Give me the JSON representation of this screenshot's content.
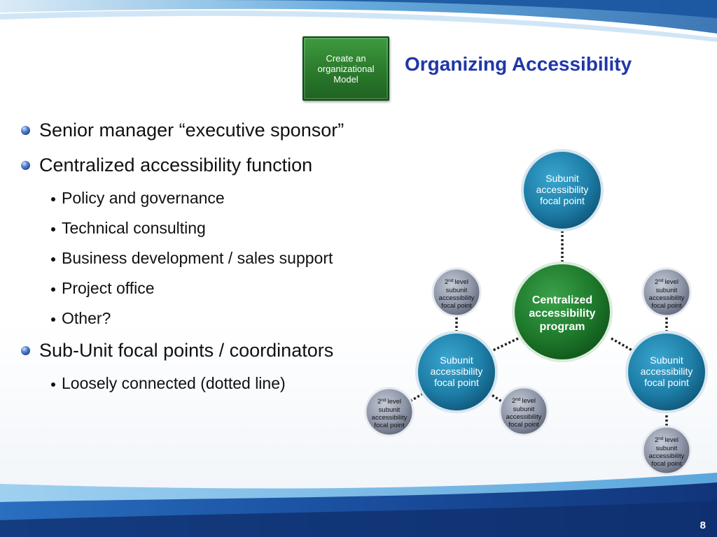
{
  "badge": {
    "label": "Create an organizational Model"
  },
  "title": "Organizing Accessibility",
  "bullets": {
    "b1": "Senior manager “executive sponsor”",
    "b2": "Centralized accessibility function",
    "b2_subs": [
      "Policy and governance",
      "Technical consulting",
      "Business development / sales support",
      "Project office",
      "Other?"
    ],
    "b3": "Sub-Unit focal points / coordinators",
    "b3_subs": [
      "Loosely connected (dotted line)"
    ]
  },
  "diagram": {
    "center": [
      "Centralized",
      "accessibility",
      "program"
    ],
    "subunit": [
      "Subunit",
      "accessibility",
      "focal point"
    ],
    "second_level": {
      "ordinal": "2",
      "superscript": "nd",
      "level_word": "level",
      "lines": [
        "subunit",
        "accessibility",
        "focal point"
      ]
    }
  },
  "page_number": "8",
  "colors": {
    "title": "#1f37a8",
    "badge_green": "#2a7a2c",
    "subunit_teal": "#1e7fa8",
    "center_green": "#1f7a2c",
    "second_level_gray": "#8e96a8"
  }
}
